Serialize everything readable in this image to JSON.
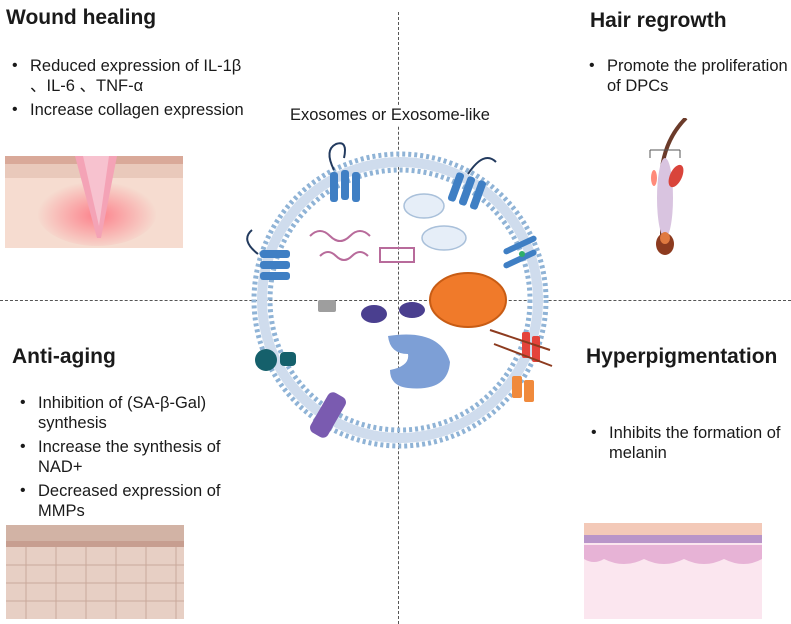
{
  "center_label": "Exosomes or Exosome-like",
  "quadrants": {
    "wound_healing": {
      "title": "Wound healing",
      "items": [
        "Reduced expression of IL-1β 、IL-6 、TNF-α",
        "Increase collagen expression"
      ]
    },
    "hair_regrowth": {
      "title": "Hair regrowth",
      "items": [
        "Promote the proliferation of DPCs"
      ]
    },
    "anti_aging": {
      "title": "Anti-aging",
      "items": [
        "Inhibition of (SA-β-Gal) synthesis",
        "Increase the synthesis of NAD+",
        "Decreased expression of MMPs"
      ]
    },
    "hyperpigmentation": {
      "title": "Hyperpigmentation",
      "items": [
        "Inhibits the formation of melanin"
      ]
    }
  },
  "colors": {
    "membrane_blue": "#8fb3d6",
    "receptor_blue": "#3f7fc4",
    "nucleus_orange": "#f07a2a",
    "vesicle_purple": "#4a3f8f",
    "protein_blue": "#7d9fd6",
    "wound_pink": "#f4a3b6"
  }
}
